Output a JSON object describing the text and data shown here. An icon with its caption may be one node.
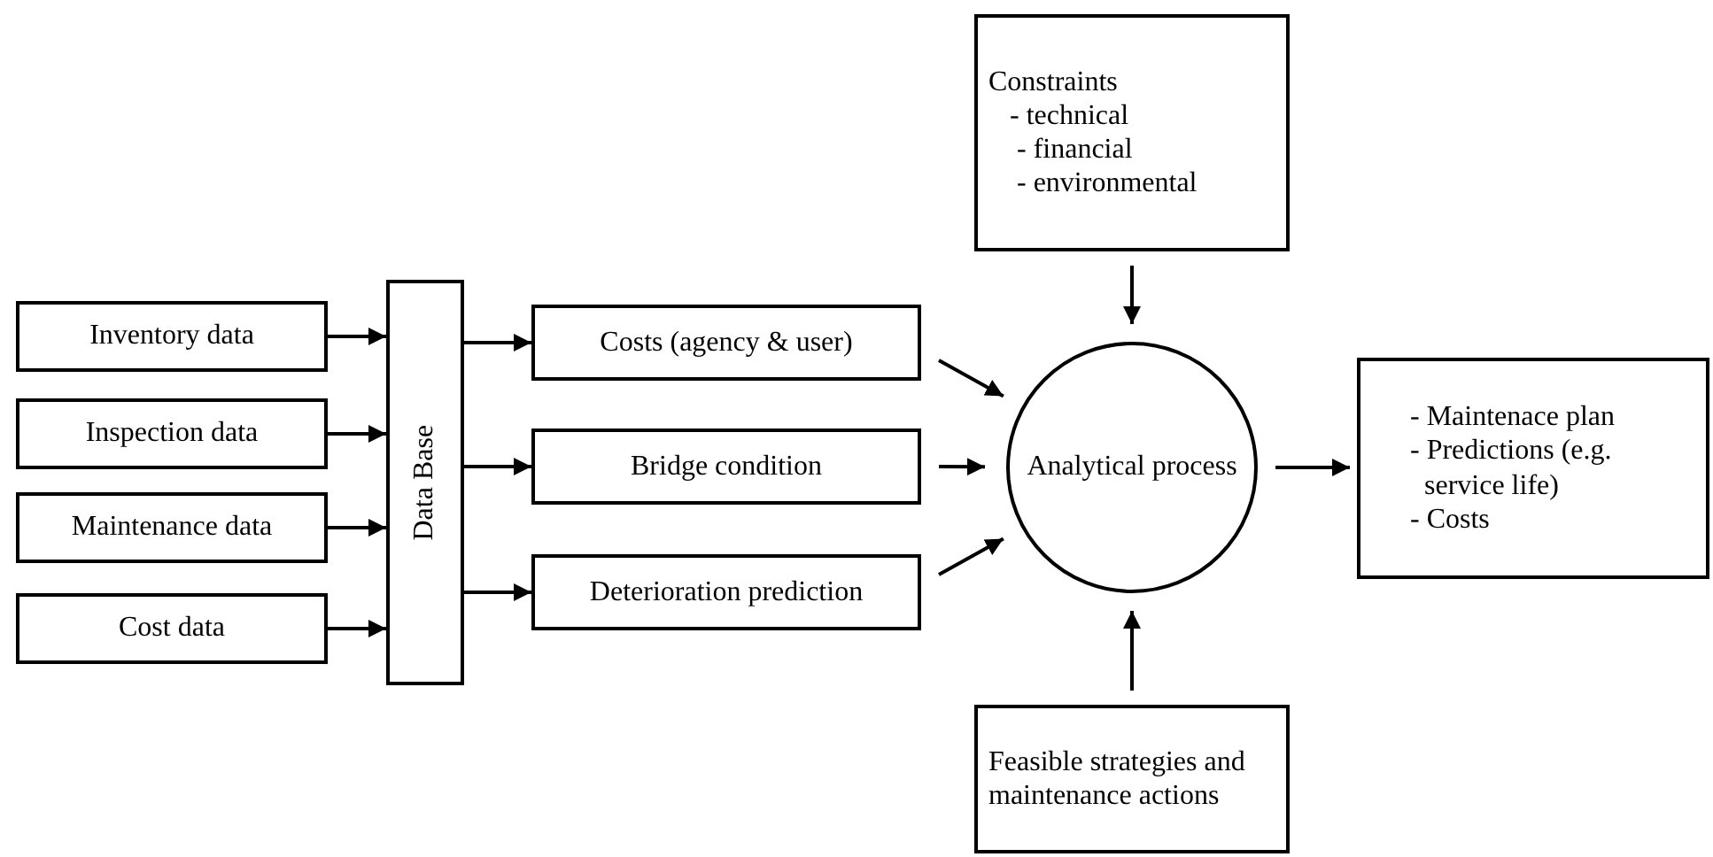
{
  "diagram": {
    "nodes": [
      {
        "text": [
          "Inventory data"
        ]
      },
      {
        "text": [
          "Inspection data"
        ]
      },
      {
        "text": [
          "Maintenance data"
        ]
      },
      {
        "text": [
          "Cost data"
        ]
      },
      {
        "text": [
          "Data Base"
        ]
      },
      {
        "text": [
          "Costs (agency & user)"
        ]
      },
      {
        "text": [
          "Bridge condition"
        ]
      },
      {
        "text": [
          "Deterioration prediction"
        ]
      },
      {
        "text": [
          "Constraints",
          "- technical",
          "- financial",
          "- environmental"
        ]
      },
      {
        "text": [
          "Analytical process"
        ]
      },
      {
        "text": [
          "- Maintenace plan",
          "- Predictions (e.g. service life)",
          "- Costs"
        ]
      },
      {
        "text": [
          "Feasible strategies and maintenance actions"
        ]
      }
    ],
    "edges": [
      {
        "from": 0,
        "to": 4,
        "arrow": "to"
      },
      {
        "from": 1,
        "to": 4,
        "arrow": "to"
      },
      {
        "from": 2,
        "to": 4,
        "arrow": "to"
      },
      {
        "from": 3,
        "to": 4,
        "arrow": "to"
      },
      {
        "from": 4,
        "to": 5,
        "arrow": "to"
      },
      {
        "from": 4,
        "to": 6,
        "arrow": "to"
      },
      {
        "from": 4,
        "to": 7,
        "arrow": "to"
      },
      {
        "from": 5,
        "to": 9,
        "arrow": "to"
      },
      {
        "from": 6,
        "to": 9,
        "arrow": "to"
      },
      {
        "from": 7,
        "to": 9,
        "arrow": "to"
      },
      {
        "from": 8,
        "to": 9,
        "arrow": "to"
      },
      {
        "from": 11,
        "to": 9,
        "arrow": "to"
      },
      {
        "from": 9,
        "to": 10,
        "arrow": "to"
      }
    ]
  }
}
